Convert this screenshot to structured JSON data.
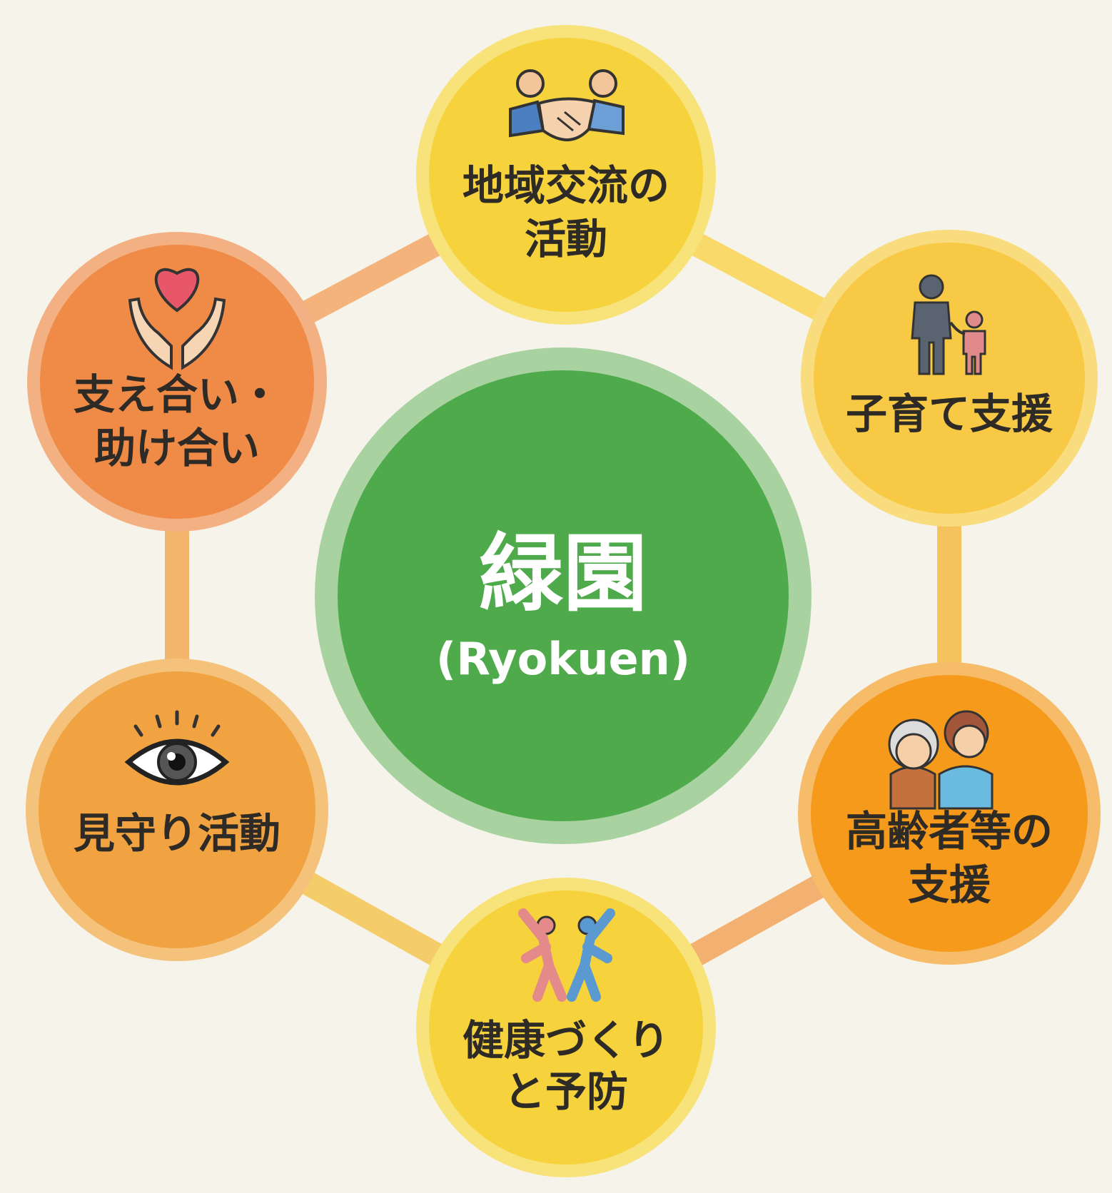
{
  "center": {
    "title": "緑園",
    "subtitle": "(Ryokuen)",
    "fill_color": "#4faa4c",
    "ring_color": "#a8d2a0"
  },
  "nodes": [
    {
      "id": "community-exchange",
      "lines": [
        "地域交流の",
        "活動"
      ],
      "icon": "handshake-icon",
      "fill_color": "#f6d23c",
      "ring_color": "#f8e27a"
    },
    {
      "id": "childcare-support",
      "lines": [
        "子育て支援"
      ],
      "icon": "parent-child-icon",
      "fill_color": "#f7c944",
      "ring_color": "#f9dc7e"
    },
    {
      "id": "elderly-support",
      "lines": [
        "高齢者等の",
        "支援"
      ],
      "icon": "caregiver-elderly-icon",
      "fill_color": "#f59a1b",
      "ring_color": "#f7bc6a"
    },
    {
      "id": "health-prevention",
      "lines": [
        "健康づくり",
        "と予防"
      ],
      "icon": "exercise-icon",
      "fill_color": "#f6d23c",
      "ring_color": "#f8e27a"
    },
    {
      "id": "watching-activity",
      "lines": [
        "見守り活動"
      ],
      "icon": "eye-icon",
      "fill_color": "#f0a340",
      "ring_color": "#f5c27c"
    },
    {
      "id": "mutual-support",
      "lines": [
        "支え合い・",
        "助け合い"
      ],
      "icon": "heart-hands-icon",
      "fill_color": "#ef8b47",
      "ring_color": "#f3b183"
    }
  ],
  "ring_colors": [
    "#f9d96a",
    "#f6c25e",
    "#f3b171",
    "#f5cc6a",
    "#f2b56b",
    "#f3b37a"
  ],
  "text_color": "#2e2a26"
}
